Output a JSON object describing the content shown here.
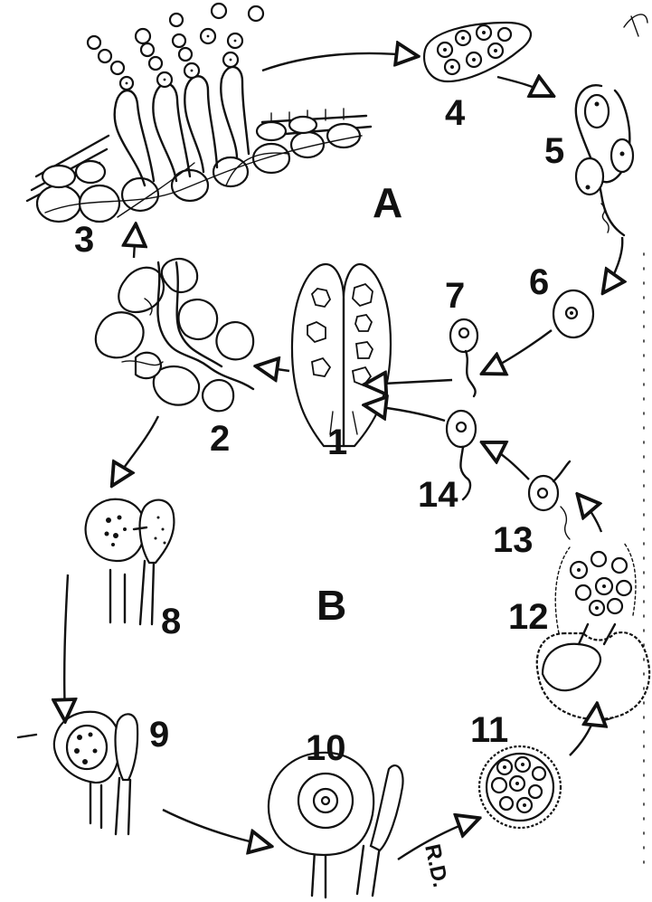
{
  "section_labels": {
    "A": "A",
    "B": "B"
  },
  "stage_labels": {
    "s1": "1",
    "s2": "2",
    "s3": "3",
    "s4": "4",
    "s5": "5",
    "s6": "6",
    "s7": "7",
    "s8": "8",
    "s9": "9",
    "s10": "10",
    "s11": "11",
    "s12": "12",
    "s13": "13",
    "s14": "14"
  },
  "signature": "R.D.",
  "ink_color": "#111111",
  "background_color": "#ffffff"
}
